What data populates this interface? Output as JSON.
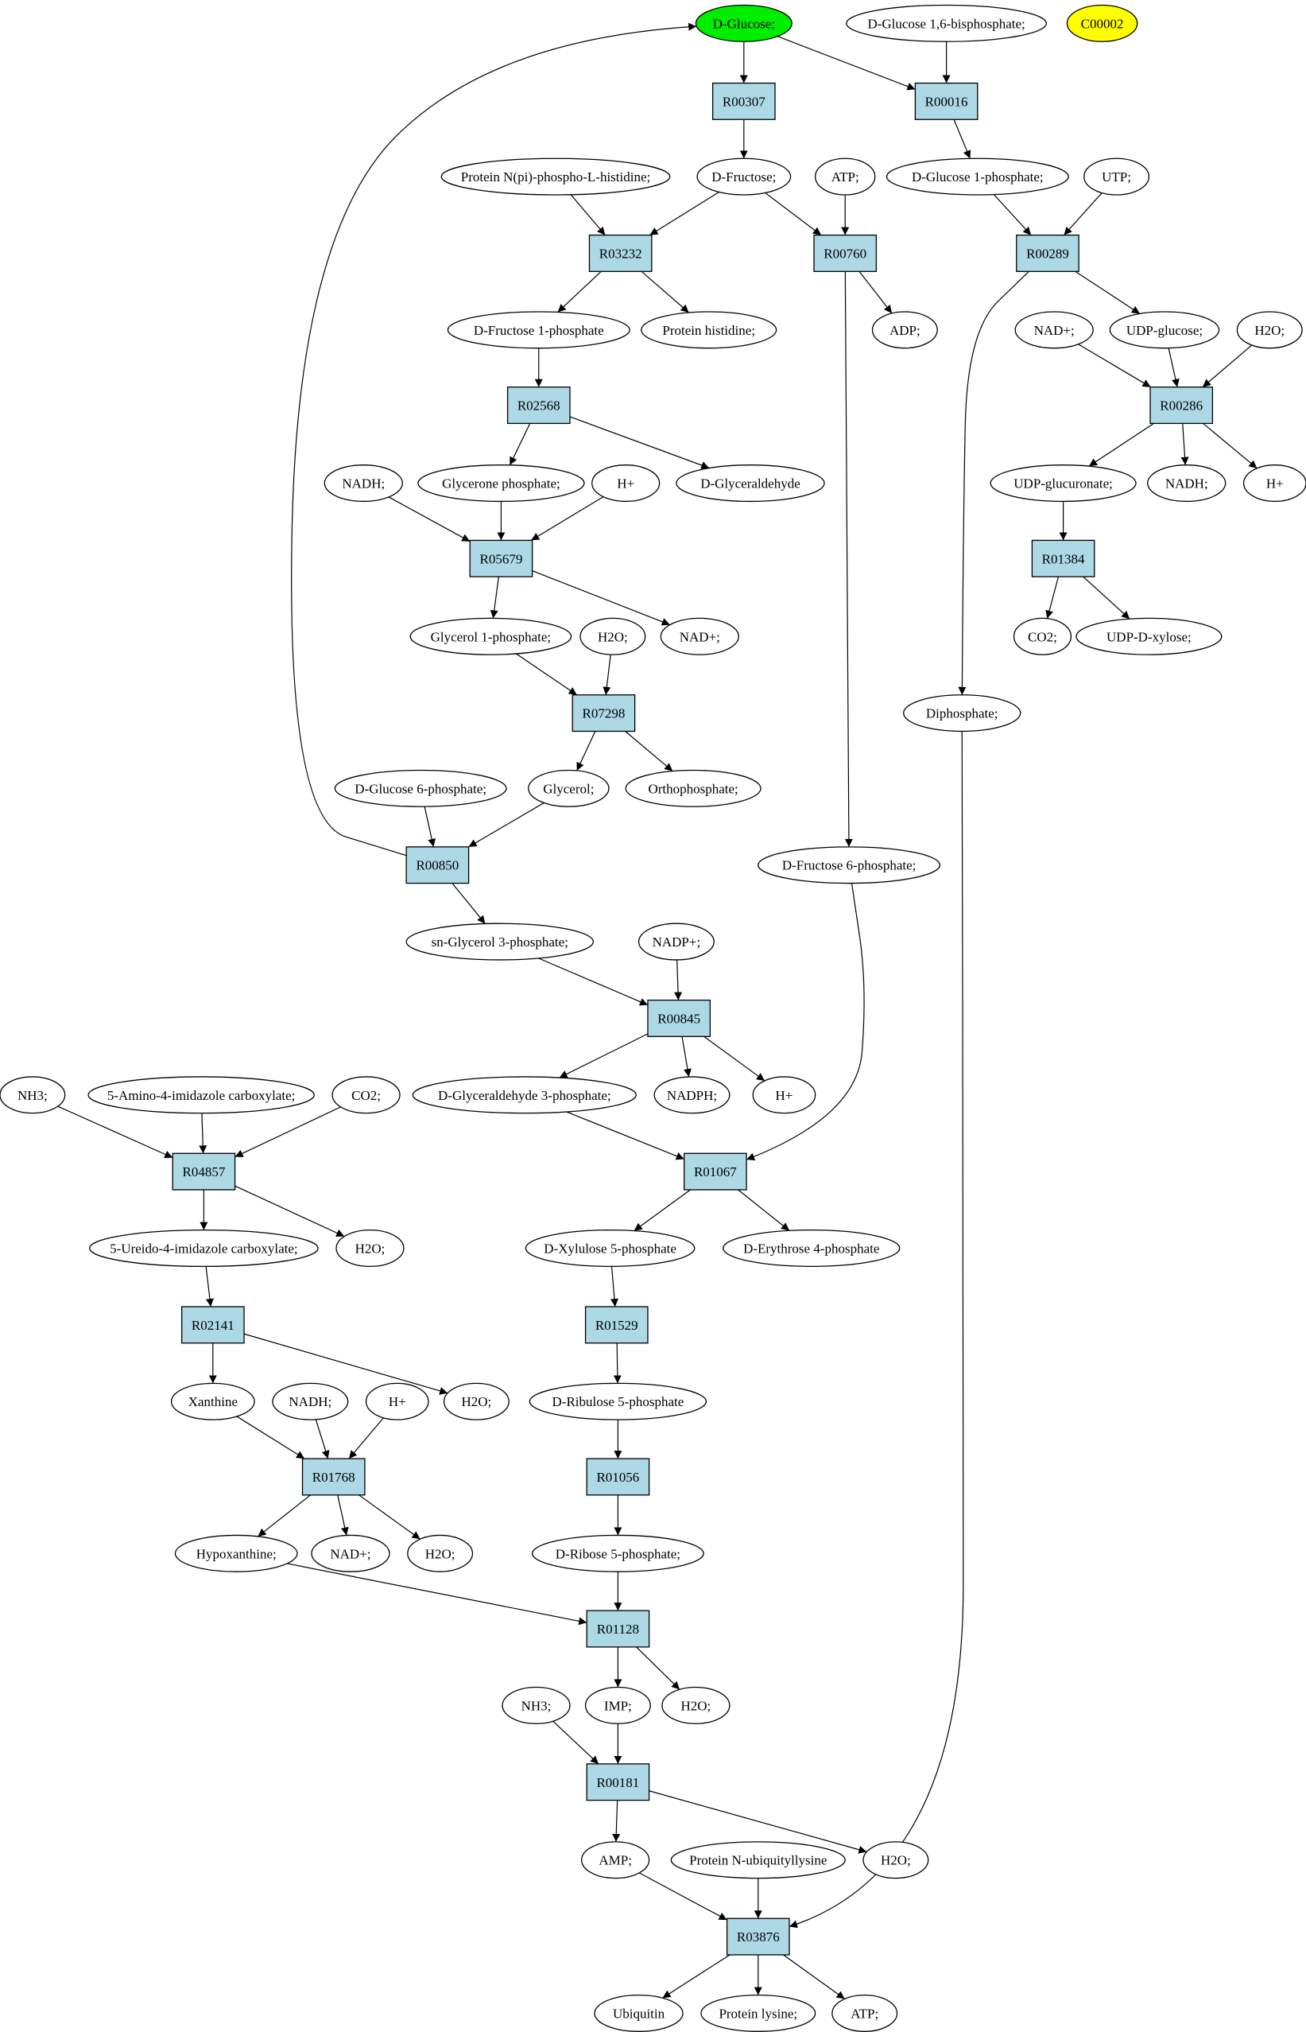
{
  "diagram": {
    "highlight_colors": {
      "source": "#00ee00",
      "target": "#ffff00",
      "reaction": "#add8e6",
      "metabolite": "#ffffff"
    },
    "nodes": {
      "m_glucose": "D-Glucose;",
      "m_g16bp": "D-Glucose 1,6-bisphosphate;",
      "m_c00002": "C00002",
      "r_R00307": "R00307",
      "r_R00016": "R00016",
      "m_protN": "Protein N(pi)-phospho-L-histidine;",
      "m_fructose": "D-Fructose;",
      "m_atp1": "ATP;",
      "m_g1p": "D-Glucose 1-phosphate;",
      "m_utp": "UTP;",
      "r_R03232": "R03232",
      "r_R00760": "R00760",
      "r_R00289": "R00289",
      "m_f1p": "D-Fructose 1-phosphate",
      "m_prothis": "Protein histidine;",
      "m_adp": "ADP;",
      "m_nadp_top": "NAD+;",
      "m_udpglc": "UDP-glucose;",
      "m_h2o_top": "H2O;",
      "r_R02568": "R02568",
      "r_R00286": "R00286",
      "m_nadh1": "NADH;",
      "m_dhap": "Glycerone phosphate;",
      "m_h1": "H+",
      "m_glyald": "D-Glyceraldehyde",
      "m_udpgluc": "UDP-glucuronate;",
      "m_nadh_r": "NADH;",
      "m_h_r": "H+",
      "r_R05679": "R05679",
      "r_R01384": "R01384",
      "m_gly1p": "Glycerol 1-phosphate;",
      "m_h2o_a": "H2O;",
      "m_nad_a": "NAD+;",
      "m_co2_r": "CO2;",
      "m_udpxyl": "UDP-D-xylose;",
      "r_R07298": "R07298",
      "m_diphos": "Diphosphate;",
      "m_g6p": "D-Glucose 6-phosphate;",
      "m_glycerol": "Glycerol;",
      "m_orthop": "Orthophosphate;",
      "r_R00850": "R00850",
      "m_f6p": "D-Fructose 6-phosphate;",
      "m_sng3p": "sn-Glycerol 3-phosphate;",
      "m_nadpplus": "NADP+;",
      "r_R00845": "R00845",
      "m_nh3_a": "NH3;",
      "m_aic": "5-Amino-4-imidazole carboxylate;",
      "m_co2_a": "CO2;",
      "m_gap": "D-Glyceraldehyde 3-phosphate;",
      "m_nadph": "NADPH;",
      "m_h2": "H+",
      "r_R04857": "R04857",
      "r_R01067": "R01067",
      "m_h2o_b": "H2O;",
      "m_uic": "5-Ureido-4-imidazole carboxylate;",
      "m_x5p": "D-Xylulose 5-phosphate",
      "m_e4p": "D-Erythrose 4-phosphate",
      "r_R02141": "R02141",
      "r_R01529": "R01529",
      "m_xanthine": "Xanthine",
      "m_nadh2": "NADH;",
      "m_h3": "H+",
      "m_h2o_c": "H2O;",
      "m_ru5p": "D-Ribulose 5-phosphate",
      "r_R01768": "R01768",
      "r_R01056": "R01056",
      "m_hypox": "Hypoxanthine;",
      "m_nad_b": "NAD+;",
      "m_h2o_d": "H2O;",
      "m_r5p": "D-Ribose 5-phosphate;",
      "r_R01128": "R01128",
      "m_nh3_b": "NH3;",
      "m_imp": "IMP;",
      "m_h2o_e": "H2O;",
      "r_R00181": "R00181",
      "m_amp": "AMP;",
      "m_protub": "Protein N-ubiquityllysine",
      "m_h2o_f": "H2O;",
      "r_R03876": "R03876",
      "m_ubiq": "Ubiquitin",
      "m_protlys": "Protein lysine;",
      "m_atp2": "ATP;"
    }
  }
}
